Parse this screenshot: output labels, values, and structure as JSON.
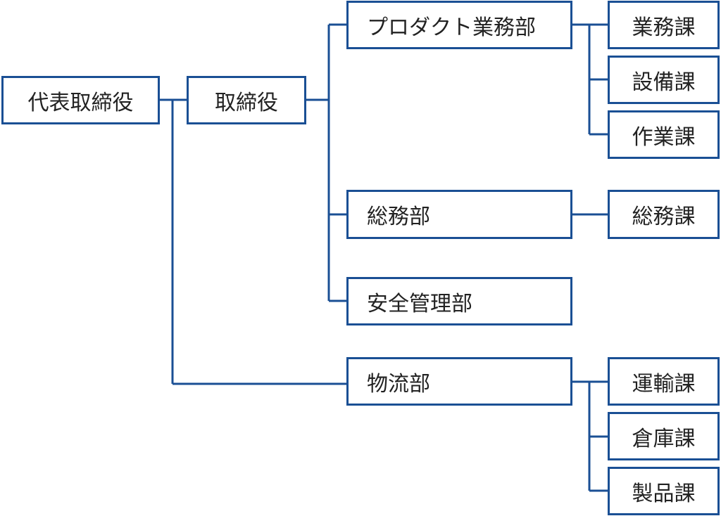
{
  "org": {
    "ceo": "代表取締役",
    "director": "取締役",
    "departments": {
      "product": "プロダクト業務部",
      "general": "総務部",
      "safety": "安全管理部",
      "logistics": "物流部"
    },
    "sections": {
      "business": "業務課",
      "equipment": "設備課",
      "operations": "作業課",
      "general_affairs": "総務課",
      "transport": "運輸課",
      "warehouse": "倉庫課",
      "products": "製品課"
    }
  },
  "colors": {
    "line": "#1a4f94",
    "text": "#222222",
    "background": "#ffffff"
  }
}
